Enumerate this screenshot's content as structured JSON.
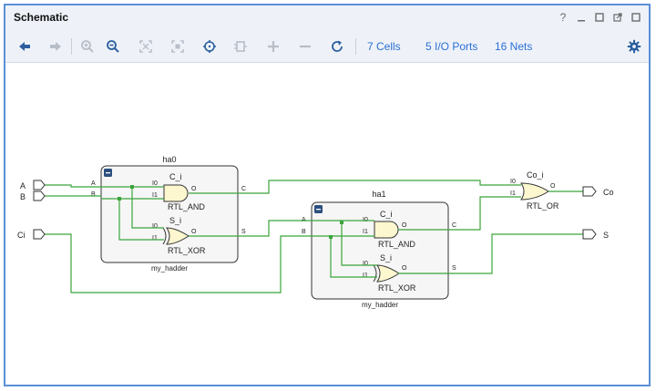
{
  "window": {
    "title": "Schematic"
  },
  "toolbar": {
    "cells_link": "7 Cells",
    "ports_link": "5 I/O Ports",
    "nets_link": "16 Nets"
  },
  "schematic": {
    "ports": {
      "a": "A",
      "b": "B",
      "ci": "Ci",
      "co": "Co",
      "s": "S"
    },
    "ha0": {
      "instance": "ha0",
      "type": "my_hadder",
      "pins": {
        "a": "A",
        "b": "B",
        "c": "C",
        "s": "S"
      },
      "and_gate": {
        "name": "C_i",
        "type": "RTL_AND",
        "in0": "I0",
        "in1": "I1",
        "out": "O"
      },
      "xor_gate": {
        "name": "S_i",
        "type": "RTL_XOR",
        "in0": "I0",
        "in1": "I1",
        "out": "O"
      }
    },
    "ha1": {
      "instance": "ha1",
      "type": "my_hadder",
      "pins": {
        "a": "A",
        "b": "B",
        "c": "C",
        "s": "S"
      },
      "and_gate": {
        "name": "C_i",
        "type": "RTL_AND",
        "in0": "I0",
        "in1": "I1",
        "out": "O"
      },
      "xor_gate": {
        "name": "S_i",
        "type": "RTL_XOR",
        "in0": "I0",
        "in1": "I1",
        "out": "O"
      }
    },
    "or_gate": {
      "name": "Co_i",
      "type": "RTL_OR",
      "in0": "I0",
      "in1": "I1",
      "out": "O"
    },
    "colors": {
      "wire": "#3aa53a",
      "gate_fill": "#fdf7d0",
      "box_fill": "#f6f6f6",
      "port_fill": "#ffffff"
    }
  }
}
